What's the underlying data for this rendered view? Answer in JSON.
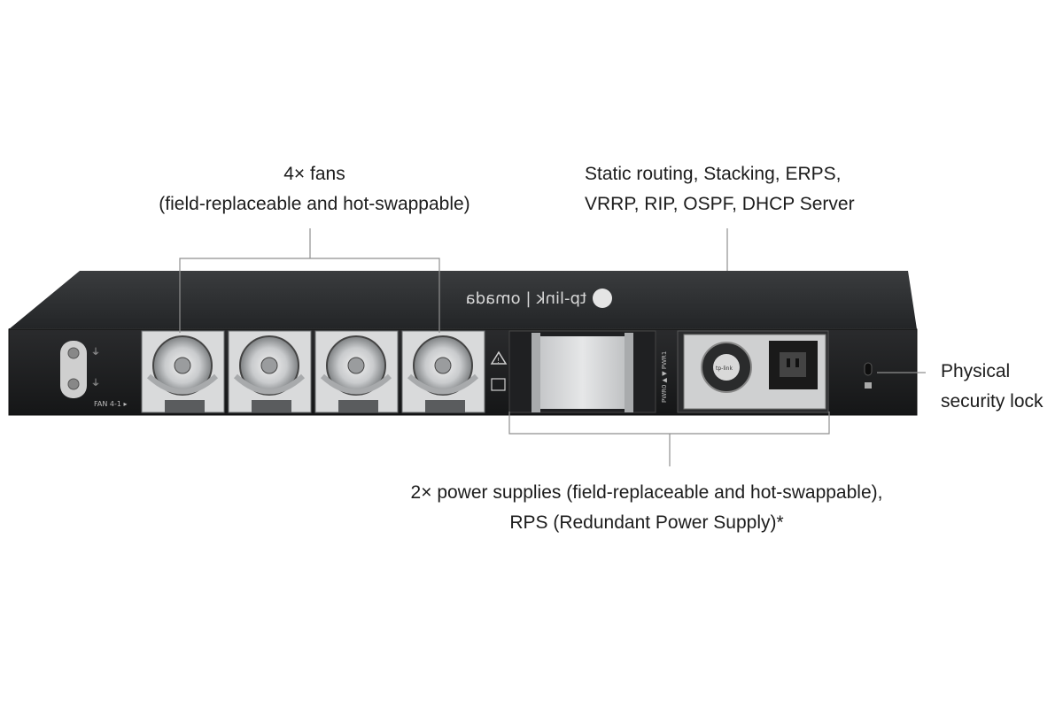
{
  "callouts": {
    "fans": {
      "line1": "4× fans",
      "line2": "(field-replaceable and hot-swappable)"
    },
    "features": {
      "line1": "Static routing, Stacking, ERPS,",
      "line2": "VRRP, RIP, OSPF, DHCP Server"
    },
    "security": {
      "line1": "Physical",
      "line2": "security lock"
    },
    "power": {
      "line1": "2× power supplies (field-replaceable and hot-swappable),",
      "line2": "RPS (Redundant Power Supply)*"
    }
  },
  "device": {
    "brand_logo": "tp-link | omada",
    "fan_label": "FAN 4-1",
    "pwr_labels": [
      "PWR0",
      "PWR1"
    ],
    "colors": {
      "chassis_top": "#2b2d2f",
      "chassis_front": "#1c1d1f",
      "fan_frame": "#d9dadb",
      "psu_blank": "#cfd1d3"
    }
  }
}
